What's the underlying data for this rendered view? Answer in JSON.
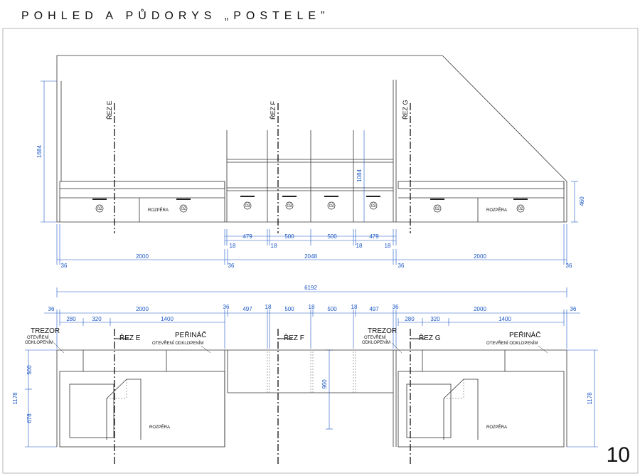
{
  "title": "POHLED A PŮDORYS „POSTELE”",
  "sheet_number": "10",
  "labels": {
    "rez_e": "ŘEZ E",
    "rez_f": "ŘEZ F",
    "rez_g": "ŘEZ G",
    "trezor": "TREZOR",
    "perinac": "PEŘINÁČ",
    "otevreni": "OTEVŘENÍ",
    "odklopenim": "ODKLOPENÍM",
    "otevreni_odklopenim": "OTEVŘENÍ ODKLOPENÍM",
    "rozpera": "ROZPĚRA",
    "h02": "02",
    "h03": "03"
  },
  "dims": {
    "d1684": "1684",
    "d1084": "1084",
    "d460": "460",
    "d479": "479",
    "d500": "500",
    "d18": "18",
    "d2000": "2000",
    "d2048": "2048",
    "d36": "36",
    "d6192": "6192",
    "d280": "280",
    "d320": "320",
    "d1400": "1400",
    "d497": "497",
    "d960": "960",
    "d1178": "1178",
    "d678": "678"
  }
}
